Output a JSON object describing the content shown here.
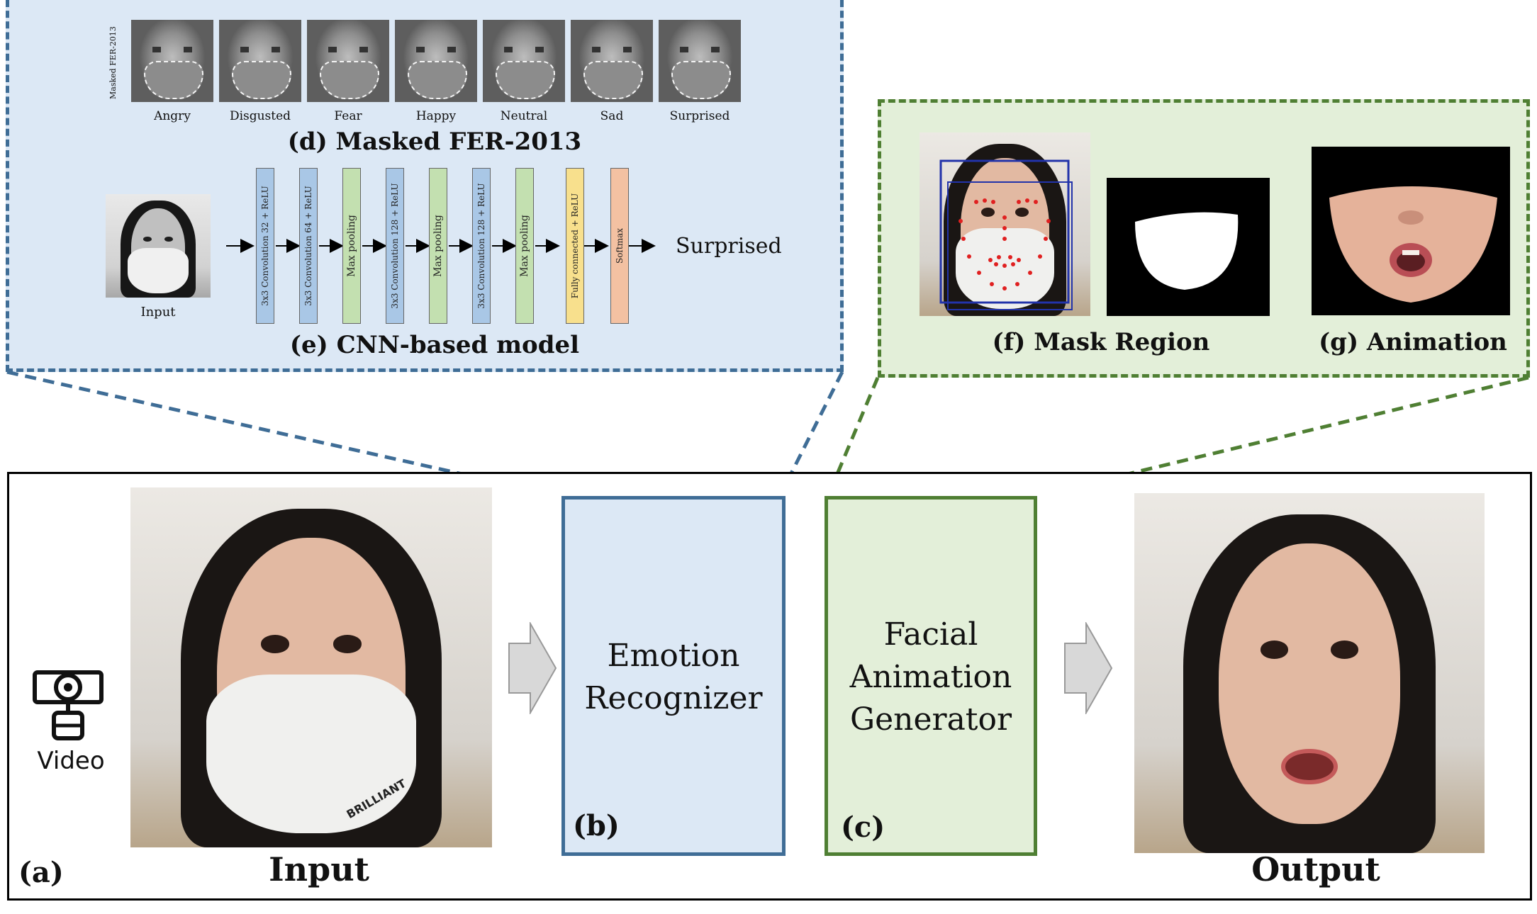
{
  "panel_d": {
    "side_label": "Masked FER-2013",
    "emotions": [
      "Angry",
      "Disgusted",
      "Fear",
      "Happy",
      "Neutral",
      "Sad",
      "Surprised"
    ],
    "title": "(d) Masked FER-2013"
  },
  "panel_e": {
    "input_label": "Input",
    "layers": [
      {
        "label": "3x3 Convolution 32 + ReLU",
        "kind": "conv"
      },
      {
        "label": "3x3 Convolution 64 + ReLU",
        "kind": "conv"
      },
      {
        "label": "Max pooling",
        "kind": "pool"
      },
      {
        "label": "3x3 Convolution 128 + ReLU",
        "kind": "conv"
      },
      {
        "label": "Max pooling",
        "kind": "pool"
      },
      {
        "label": "3x3 Convolution 128 + ReLU",
        "kind": "conv"
      },
      {
        "label": "Max pooling",
        "kind": "pool"
      },
      {
        "label": "Fully connected + ReLU",
        "kind": "fc"
      },
      {
        "label": "Softmax",
        "kind": "soft"
      }
    ],
    "output_label": "Surprised",
    "title": "(e) CNN-based model"
  },
  "panel_f": {
    "title": "(f) Mask Region"
  },
  "panel_g": {
    "title": "(g) Animation"
  },
  "main": {
    "tag_a": "(a)",
    "video_label": "Video",
    "input_caption": "Input",
    "output_caption": "Output",
    "emotion_recognizer": [
      "Emotion",
      "Recognizer"
    ],
    "tag_b": "(b)",
    "facial_animation_generator": [
      "Facial",
      "Animation",
      "Generator"
    ],
    "tag_c": "(c)",
    "mask_brand": "BRILLIANT"
  },
  "colors": {
    "blue_panel": "#dce8f5",
    "blue_border": "#3f6d96",
    "green_panel": "#e3efd9",
    "green_border": "#4f7f33"
  }
}
